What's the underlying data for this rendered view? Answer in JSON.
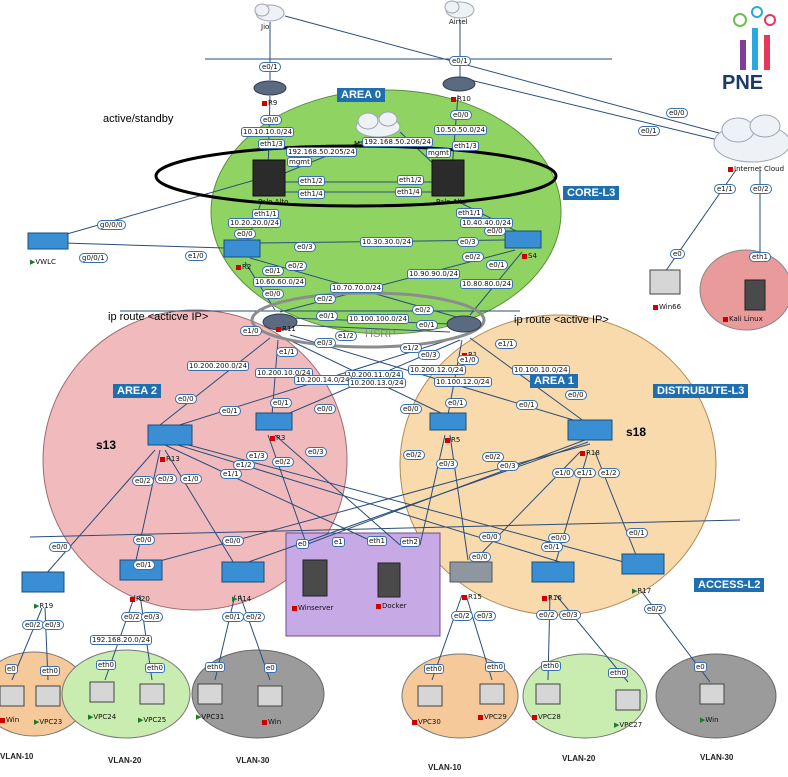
{
  "areas": {
    "area0": "AREA 0",
    "area1": "AREA 1",
    "area2": "AREA 2",
    "core": "CORE-L3",
    "distribute": "DISTRUBUTE-L3",
    "access": "ACCESS-L2"
  },
  "annotations": {
    "active_standby": "active/standby",
    "ip_route_left": "ip route <acticve IP>",
    "ip_route_right": "ip route <active IP>",
    "hsrp": "HSRP",
    "s13": "s13",
    "s18": "s18"
  },
  "clouds": {
    "jio": "Jio",
    "airtel": "Airtel",
    "internet": "Internet Cloud",
    "mgmt_cloud": "Managen"
  },
  "devices": {
    "r9": "R9",
    "r10": "R10",
    "r2": "R2",
    "s4": "S4",
    "vwlc": "VWLC",
    "r11": "R11",
    "r1": "R1",
    "r3": "R3",
    "r5": "R5",
    "r13": "R13",
    "r18": "R18",
    "r19": "R19",
    "r20": "R20",
    "r14": "R14",
    "r15": "R15",
    "r16": "R16",
    "r17": "R17",
    "winserver": "Winserver",
    "docker": "Docker",
    "win66": "Win66",
    "kali": "Kali Linux",
    "fw_left": "Palo Alto",
    "fw_right": "Palo Alto",
    "win_a": "Win",
    "vpc23": "VPC23",
    "vpc24": "VPC24",
    "vpc25": "VPC25",
    "vpc31": "VPC31",
    "win_b": "Win",
    "vpc30": "VPC30",
    "vpc29": "VPC29",
    "vpc28": "VPC28",
    "vpc27": "VPC27",
    "win_c": "Win"
  },
  "logo": {
    "text": "PNE"
  },
  "vlans": {
    "v10a": "VLAN-10",
    "v20a": "VLAN-20",
    "v30a": "VLAN-30",
    "v10b": "VLAN-10",
    "v20b": "VLAN-20",
    "v30b": "VLAN-30"
  },
  "iface": {
    "r9_e01": "e0/1",
    "r9_e00": "e0/0",
    "r10_e01": "e0/1",
    "r10_e00": "e0/0",
    "net_10101": "10.10.10.0/24",
    "net_10505": "10.50.50.0/24",
    "fwl_eth1_3": "eth1/3",
    "fwr_eth1_3": "eth1/3",
    "mgmt_l": "192.168.50.205/24",
    "mgmt_r": "192.168.50.206/24",
    "mgmt_l_tag": "mgmt",
    "mgmt_r_tag": "mgmt",
    "fw_eth1_2_l": "eth1/2",
    "fw_eth1_2_r": "eth1/2",
    "fw_eth1_4_l": "eth1/4",
    "fw_eth1_4_r": "eth1/4",
    "fwl_eth1_1": "eth1/1",
    "fwr_eth1_1": "eth1/1",
    "r2_e00": "e0/0",
    "s4_e00": "e0/0",
    "net_10202": "10.20.20.0/24",
    "net_10404": "10.40.40.0/24",
    "r2_e03": "e0/3",
    "s4_e03": "e0/3",
    "net_10303": "10.30.30.0/24",
    "r2_e01": "e0/1",
    "r2_e02": "e0/2",
    "s4_e02": "e0/2",
    "s4_e01": "e0/1",
    "net_10606": "10.60.60.0/24",
    "net_10909": "10.90.90.0/24",
    "net_10707": "10.70.70.0/24",
    "net_10808": "10.80.80.0/24",
    "r11_e00": "e0/0",
    "r11_e02": "e0/2",
    "r11_e01": "e0/1",
    "net_101001": "10.100.100.0/24",
    "r1_e02": "e0/2",
    "r1_e01": "e0/1",
    "r11_e12": "e1/2",
    "r11_e03": "e0/3",
    "r1_e12": "e1/2",
    "r1_e11": "e1/1",
    "r1_e03": "e0/3",
    "r1_e10": "e1/0",
    "r11_e10": "e1/0",
    "r11_e11": "e1/1",
    "net_102002": "10.200.200.0/24",
    "net_102001": "10.200.10.0/24",
    "net_102001b": "10.200.11.0/24",
    "net_102001c": "10.200.12.0/24",
    "net_101001b": "10.100.10.0/24",
    "net_102001d": "10.200.14.0/24",
    "net_102001e": "10.200.13.0/24",
    "net_101001c": "10.100.12.0/24",
    "r3_e00": "e0/0",
    "r3_e01": "e0/1",
    "r5_e00": "e0/0",
    "r5_e01": "e0/1",
    "r13_e00": "e0/0",
    "r18_e00": "e0/0",
    "r18_e01": "e0/1",
    "r13_e01": "e0/1",
    "r3_e02": "e0/2",
    "r3_e03": "e0/3",
    "r5_e02": "e0/2",
    "r5_e03": "e0/3",
    "r13_e13": "e1/3",
    "r13_e12": "e1/2",
    "r13_e11": "e1/1",
    "r18_e02": "e0/2",
    "r18_e03": "e0/3",
    "r13_e02": "e0/2",
    "r13_e03": "e0/3",
    "r13_e10": "e1/0",
    "r18_e10": "e1/0",
    "r18_e11": "e1/1",
    "r18_e12": "e1/2",
    "r19_e00": "e0/0",
    "r20_e00": "e0/0",
    "r20_e01": "e0/1",
    "r14_e00": "e0/0",
    "ws_e0": "e0",
    "ws_e1": "e1",
    "dk_eth1": "eth1",
    "dk_eth2": "eth2",
    "r15_e00": "e0/0",
    "r16_e00": "e0/0",
    "r16_e01": "e0/1",
    "r17_e00": "e0/0",
    "r17_e01": "e0/1",
    "r19_e02": "e0/2",
    "r19_e03": "e0/3",
    "r20_e02": "e0/2",
    "r20_e03": "e0/3",
    "r14_e01": "e0/1",
    "r14_e02": "e0/2",
    "r15_e02": "e0/2",
    "r15_e03": "e0/3",
    "r16_e02": "e0/2",
    "r16_e03": "e0/3",
    "r17_e02": "e0/2",
    "net_192168": "192.168.20.0/24",
    "pc_e0_a": "e0",
    "pc_eth0_a": "eth0",
    "pc_eth0_b": "eth0",
    "pc_eth0_c": "eth0",
    "pc_eth0_d": "eth0",
    "pc_e0_b": "e0",
    "pc_eth0_e": "eth0",
    "pc_eth0_f": "eth0",
    "pc_eth0_g": "eth0",
    "pc_eth0_h": "eth0",
    "pc_e0_c": "e0",
    "vwlc_g000": "g0/0/0",
    "vwlc_g001": "g0/0/1",
    "r2_e10": "e1/0",
    "ic_e00": "e0/0",
    "ic_e01": "e0/1",
    "ic_e11": "e1/1",
    "ic_e02": "e0/2",
    "win66_e0": "e0",
    "kali_eth1": "eth1"
  },
  "colors": {
    "area0_fill": "#8fd462",
    "area2_fill": "#f0b4b6",
    "area1_fill": "#f7d6a3",
    "mgmt_box": "#c7a9e6",
    "vlan10": "#f6c99a",
    "vlan20": "#c9ecb0",
    "vlan30": "#9b9b9b",
    "kali_bg": "#e99a9a",
    "area_tag": "#1f6fae"
  }
}
